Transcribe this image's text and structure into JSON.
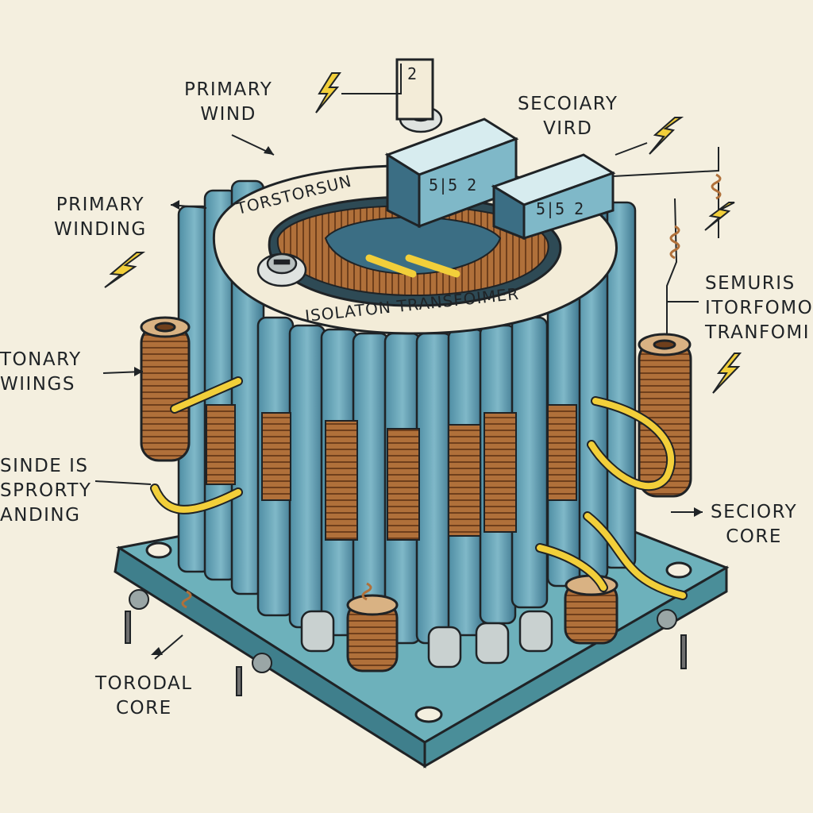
{
  "labels": {
    "primary_wind": "PRIMARY\nWIND",
    "primary_winding": "PRIMARY\nWINDING",
    "tonary_wiings": "TONARY\nWIINGS",
    "sinde_sprorty": "SINDE IS\nSPRORTY\nANDING",
    "torodal_core": "TORODAL\nCORE",
    "secoiary_vird": "SECOIARY\nVIRD",
    "semuris": "SEMURIS\nITORFOMO\nTRANFOMI",
    "secoiory_core": "SECIORY\nCORE"
  },
  "ring": {
    "top_text": "TORSTORSUN",
    "bottom_text": "ISOLATON TRANSFOIMER"
  },
  "tags": {
    "top_post": "2",
    "left_tag": "5|5  2",
    "right_tag": "5|5  2"
  },
  "colors": {
    "background": "#f4efdf",
    "core_teal": "#5f9fb3",
    "core_dark": "#3b6e84",
    "copper": "#b0703a",
    "copper_dark": "#6f3f1c",
    "wire_yellow": "#f2cf3a",
    "base_plate": "#5ba3ae",
    "ink": "#1f2326"
  }
}
